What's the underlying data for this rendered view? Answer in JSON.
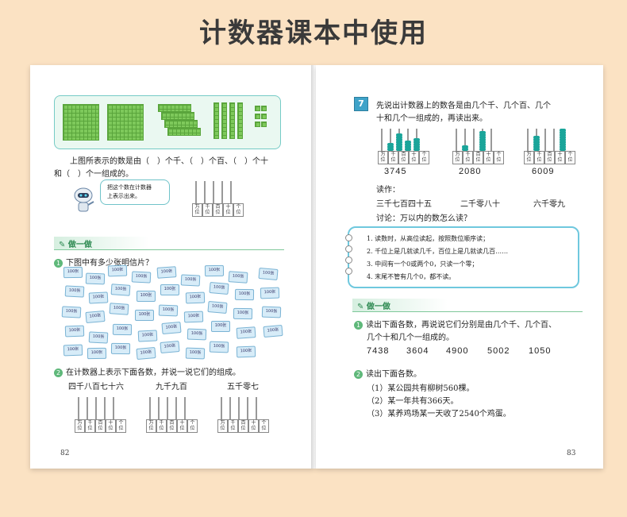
{
  "header_title": "计数器课本中使用",
  "left": {
    "intro_line1": "上图所表示的数是由（　）个千、（　）个百、（　）个十",
    "intro_line2": "和（　）个一组成的。",
    "robot_bubble_line1": "把这个数在计数器",
    "robot_bubble_line2": "上表示出来。",
    "place_labels": [
      "万位",
      "千位",
      "百位",
      "十位",
      "个位"
    ],
    "section_title": "做一做",
    "q1_no": "1",
    "q1_text": "下图中有多少张明信片？",
    "card_label": "100张",
    "q2_no": "2",
    "q2_text": "在计数器上表示下面各数，并说一说它们的组成。",
    "q2_numbers": [
      "四千八百七十六",
      "九千九百",
      "五千零七"
    ],
    "page_number": "82"
  },
  "right": {
    "example_no": "7",
    "example_line1": "先说出计数器上的数各是由几个千、几个百、几个",
    "example_line2": "十和几个一组成的，再读出来。",
    "counter_numbers": [
      "3745",
      "2080",
      "6009"
    ],
    "counter_values": [
      [
        0,
        3,
        7,
        4,
        5
      ],
      [
        0,
        2,
        0,
        8,
        0
      ],
      [
        0,
        6,
        0,
        0,
        9
      ]
    ],
    "read_label": "读作：",
    "readings": [
      "三千七百四十五",
      "二千零八十",
      "六千零九"
    ],
    "discuss": "讨论：万以内的数怎么读？",
    "rules": [
      "1. 读数时，从高位读起，按照数位顺序读；",
      "2. 千位上是几就读几千，百位上是几就读几百……",
      "3. 中间有一个0或两个0，只读一个零；",
      "4. 末尾不管有几个0，都不读。"
    ],
    "section_title": "做一做",
    "q1_no": "1",
    "q1_text_line1": "读出下面各数，再说说它们分别是由几个千、几个百、",
    "q1_text_line2": "几个十和几个一组成的。",
    "q1_numbers": [
      "7438",
      "3604",
      "4900",
      "5002",
      "1050"
    ],
    "q2_no": "2",
    "q2_text": "读出下面各数。",
    "q2_items": [
      "（1）某公园共有柳树560棵。",
      "（2）某一年共有366天。",
      "（3）某养鸡场某一天收了2540个鸡蛋。"
    ],
    "page_number": "83"
  }
}
